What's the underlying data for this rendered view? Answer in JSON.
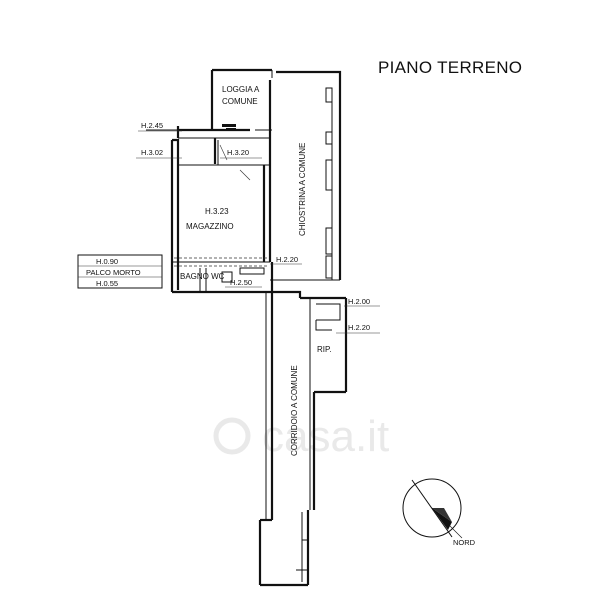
{
  "title": "PIANO TERRENO",
  "rooms": {
    "loggia_line1": "LOGGIA A",
    "loggia_line2": "COMUNE",
    "chiostrina": "CHIOSTRINA A COMUNE",
    "magazzino_height": "H.3.23",
    "magazzino": "MAGAZZINO",
    "bagno": "BAGNO WC",
    "corridoio": "CORRIDOIO A COMUNE",
    "rip": "RIP."
  },
  "heights": {
    "h245": "H.2.45",
    "h302": "H.3.02",
    "h320": "H.3.20",
    "h220_bath": "H.2.20",
    "h250": "H.2.50",
    "h200": "H.2.00",
    "h220_rip": "H.2.20"
  },
  "palco": {
    "line1": "H.0.90",
    "line2": "PALCO MORTO",
    "line3": "H.0.55"
  },
  "compass": {
    "label": "NORD"
  },
  "watermark": "casa.it"
}
